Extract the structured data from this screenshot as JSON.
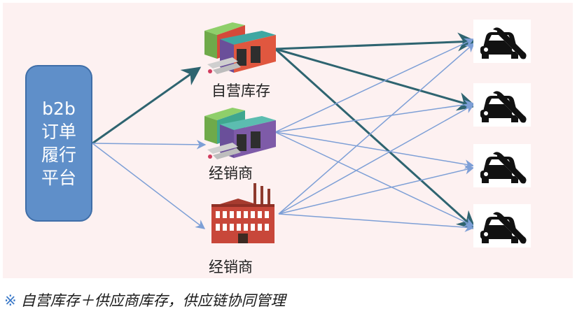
{
  "platform": {
    "line1": "b2b",
    "line2": "订单",
    "line3": "履行",
    "line4": "平台"
  },
  "nodes": {
    "own_inventory": "自营库存",
    "dealer_warehouse": "经销商",
    "dealer_factory": "经销商"
  },
  "caption": {
    "mark": "※",
    "text": "自营库存＋供应商库存，供应链协同管理"
  },
  "colors": {
    "panel": "#fdf1f1",
    "platform": "#5f8fc9",
    "strong_arrow": "#2e6470",
    "thin_arrow": "#7d9fd6"
  },
  "icons": [
    "warehouse-icon",
    "warehouse-icon",
    "factory-icon",
    "car-repair-icon"
  ]
}
